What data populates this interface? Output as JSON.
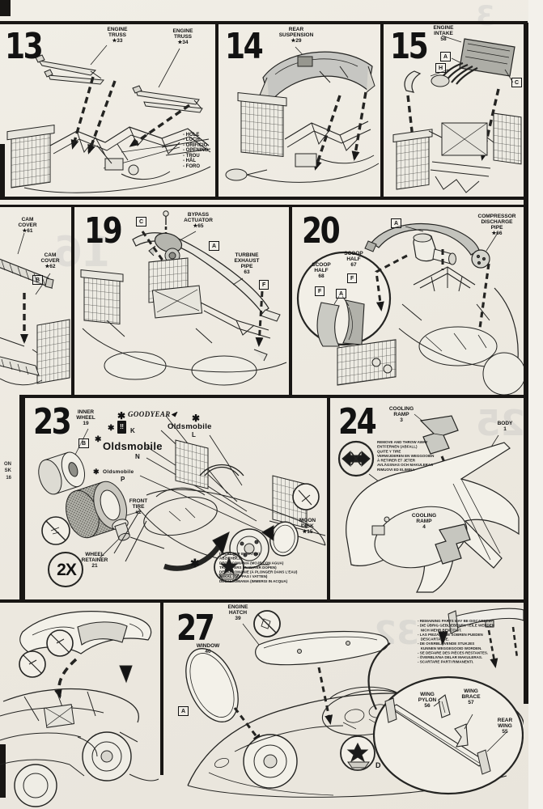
{
  "page": {
    "star": "✱",
    "bg": "#ece8df"
  },
  "p13": {
    "number": "13",
    "truss_a": [
      "ENGINE",
      "TRUSS",
      "★33"
    ],
    "truss_b": [
      "ENGINE",
      "TRUSS",
      "★34"
    ],
    "holes": [
      "- HOLE",
      "- LOCH",
      "- ORIFICIO",
      "- OPENING",
      "- TROU",
      "- HÅL",
      "- FORO"
    ]
  },
  "p14": {
    "number": "14",
    "suspension": [
      "REAR",
      "SUSPENSION",
      "★29"
    ]
  },
  "p15": {
    "number": "15",
    "intake": [
      "ENGINE",
      "INTAKE",
      "58"
    ],
    "letter_a": "A",
    "letter_h": "H",
    "letter_c": "C"
  },
  "cam": {
    "cover1": [
      "CAM",
      "COVER",
      "★61"
    ],
    "cover2": [
      "CAM",
      "COVER",
      "★62"
    ],
    "letter_b": "B"
  },
  "p19": {
    "number": "19",
    "bypass": [
      "BYPASS",
      "ACTUATOR",
      "★65"
    ],
    "turbine": [
      "TURBINE",
      "EXHAUST",
      "PIPE",
      "63"
    ],
    "letter_c": "C",
    "letter_a": "A",
    "letter_f": "F"
  },
  "p20": {
    "number": "20",
    "compressor": [
      "COMPRESSOR",
      "DISCHARGE",
      "PIPE",
      "★66"
    ],
    "scoop67": [
      "SCOOP",
      "HALF",
      "67"
    ],
    "scoop68": [
      "SCOOP",
      "HALF",
      "68"
    ],
    "letter_a_top": "A",
    "letter_f_67": "F",
    "letter_f_68": "F",
    "letter_a_inset": "A"
  },
  "p23": {
    "number": "23",
    "inner_wheel": [
      "INNER",
      "WHEEL",
      "19"
    ],
    "letter_b": "B",
    "goodyear": "GOODYEAR",
    "decal_k": "K",
    "decal_excl": "‼",
    "oldsmobile_n": "Oldsmobile",
    "n": "N",
    "oldsmobile_p": "Oldsmobile",
    "p": "P",
    "oldsmobile_l": "Oldsmobile",
    "l": "L",
    "front_tire": [
      "FRONT",
      "TIRE",
      "#2"
    ],
    "wheel_retainer": [
      "WHEEL",
      "RETAINER",
      "21"
    ],
    "moon_disk": [
      "MOON",
      "DISK",
      "★15"
    ],
    "qty": "2X",
    "decal_note": [
      "DECAL (DIP IN WATER)",
      "ABZIEHBILD",
      "DECALCOMANIA (MOJE CON AGUA)",
      "TRANSFERS (IN WATER DOPEN)",
      "DECALCOMANIE (À PLONGER DANS L'EAU)",
      "DEKAL (DOPPAS I VATTEN)",
      "DECALCOMANIA (IMMERGI IN ACQUA)"
    ]
  },
  "p24": {
    "number": "24",
    "ramp3": [
      "COOLING",
      "RAMP",
      "3"
    ],
    "body": [
      "BODY",
      "1"
    ],
    "ramp4": [
      "COOLING",
      "RAMP",
      "4"
    ],
    "discard_note": [
      "REMOVE AND THROW AWAY",
      "ENTFERNEN (ABFALL)",
      "QUITE Y TIRE",
      "VERWIJDEREN EN WEGGOOIEN",
      "À RETIRER ET JETER",
      "AVLÄGSNAS OCH MAKULERAS",
      "RIMUOVI ED ELIMINA"
    ]
  },
  "p27": {
    "number": "27",
    "engine_hatch": [
      "ENGINE",
      "HATCH",
      "39"
    ],
    "window": [
      "WINDOW",
      "40"
    ],
    "letter_a": "A",
    "letter_d": "D",
    "wing_pylon": [
      "WING",
      "PYLON",
      "56"
    ],
    "wing_brace": [
      "WING",
      "BRACE",
      "57"
    ],
    "rear_wing": [
      "REAR",
      "WING",
      "55"
    ],
    "remaining_note": [
      "- REMAINING PARTS MAY BE DISCARDED.",
      "- DIE ÜBRIG GEBLIEBENEN TEILE WERDEN",
      "   NICH MEHR BENÖTIGT.",
      "- LAS PIEZAS QUE SOBREN PUEDEN",
      "   DESCARTARSE.",
      "- DE OVERBLIJVENDE STUKJES",
      "   KUNNEN WEGGEGOOID WORDEN.",
      "- SE DEFAIRE DES PIÈCES RESTANTES.",
      "- ÖVERBLIVNA DELAR MAKULERAS.",
      "- SCARTARE PARTI RIMANENTI."
    ]
  },
  "edge": {
    "fragment": [
      "ON",
      "SK",
      "16"
    ],
    "ghosts": [
      "16",
      "25",
      "32",
      "3"
    ]
  }
}
